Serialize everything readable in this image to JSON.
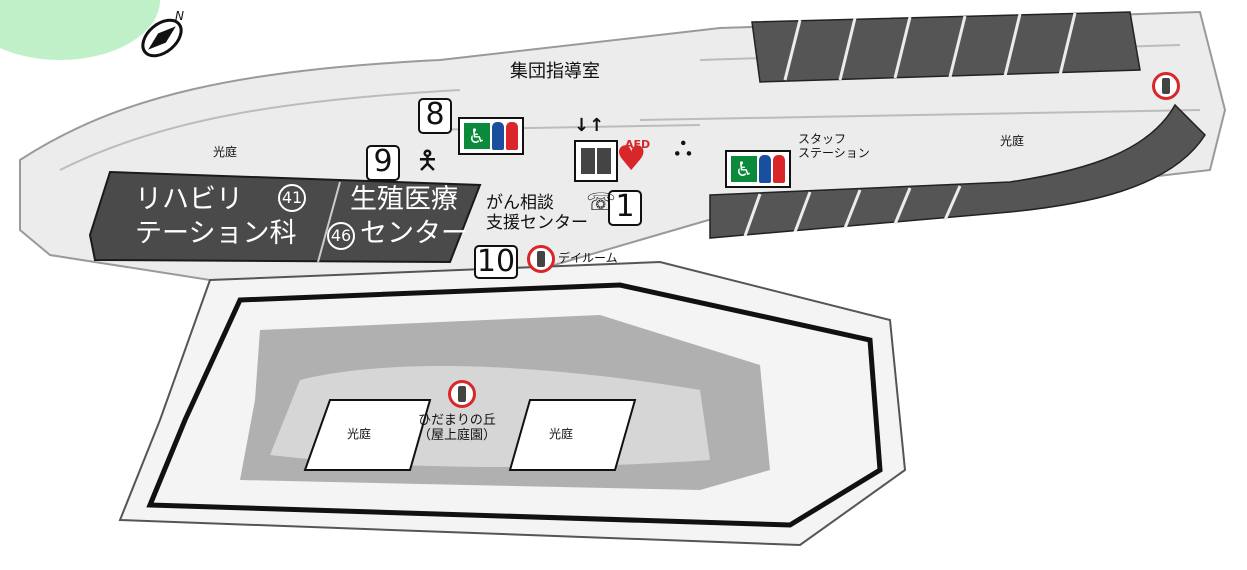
{
  "compass": {
    "north_label": "N"
  },
  "rooms": {
    "group_guidance": "集団指導室",
    "staff_station": "スタッフ\nステーション",
    "cancer_consult": "がん相談\n支援センター",
    "day_room": "デイルーム",
    "hidamari": "ひだまりの丘\n（屋上庭園）",
    "courtyard_1": "光庭",
    "courtyard_2": "光庭",
    "courtyard_3": "光庭",
    "courtyard_4": "光庭"
  },
  "departments": {
    "rehab": {
      "number": "41",
      "label": "リハビリ\nテーション科"
    },
    "reproductive": {
      "number": "46",
      "label_1": "生殖医療",
      "label_2": "センター"
    }
  },
  "markers": {
    "m1": "1",
    "m8": "8",
    "m9": "9",
    "m10": "10"
  },
  "aed_label": "AED",
  "icons": [
    "compass-icon",
    "restroom-icon",
    "elevator-icon",
    "aed-icon",
    "stairs-icon",
    "telephone-icon",
    "mobile-phone-icon",
    "vending-icon"
  ]
}
